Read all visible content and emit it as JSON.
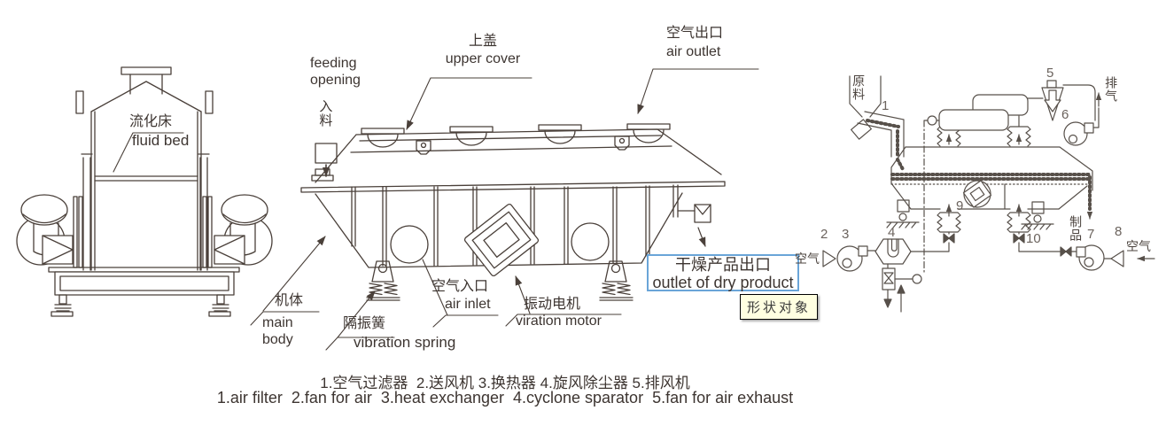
{
  "left_machine": {
    "label_cn": "流化床",
    "label_en": "fluid bed"
  },
  "dryer": {
    "feeding_opening_en": "feeding opening",
    "feeding_cn": "入料",
    "upper_cover_cn": "上盖",
    "upper_cover_en": "upper cover",
    "air_outlet_cn": "空气出口",
    "air_outlet_en": "air outlet",
    "main_body_cn": "机体",
    "main_body_en": "main body",
    "vibration_spring_cn": "隔振簧",
    "vibration_spring_en": "vibration spring",
    "air_inlet_cn": "空气入口",
    "air_inlet_en": "air inlet",
    "vibration_motor_cn": "振动电机",
    "vibration_motor_en": "viration motor"
  },
  "selection": {
    "label_cn": "干燥产品出口",
    "label_en": "outlet of dry product",
    "border_color": "#6aa5d8"
  },
  "tooltip": {
    "text": "形状对象",
    "background": "#ffffe1"
  },
  "flow": {
    "raw_material": "原料",
    "exhaust": "排气",
    "air_left": "空气",
    "air_right": "空气",
    "product": "制品",
    "numbers": {
      "n1": "1",
      "n2": "2",
      "n3": "3",
      "n4": "4",
      "n5": "5",
      "n6": "6",
      "n7": "7",
      "n8": "8",
      "n9": "9",
      "n10": "10"
    }
  },
  "caption": {
    "line_cn": "1.空气过滤器  2.送风机 3.换热器 4.旋风除尘器 5.排风机",
    "line_en": "1.air filter  2.fan for air  3.heat exchanger  4.cyclone sparator  5.fan for air exhaust"
  }
}
